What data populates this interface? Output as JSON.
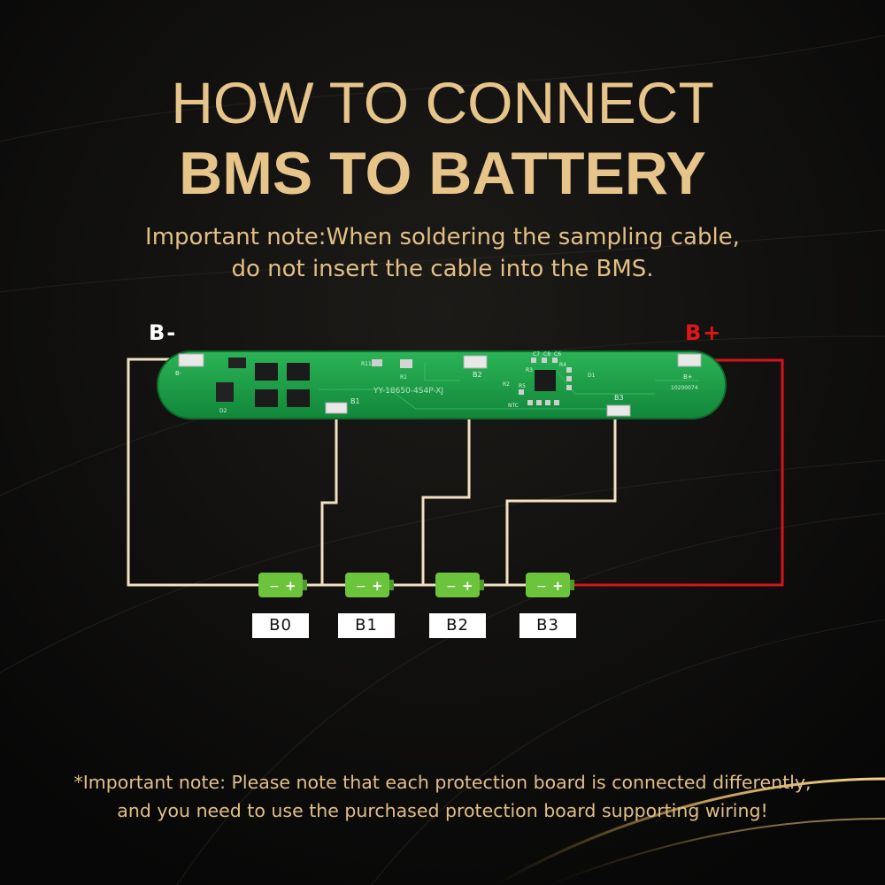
{
  "title": {
    "line1": "HOW TO CONNECT",
    "line2": "BMS TO BATTERY"
  },
  "note_top": {
    "line1": "Important note:When soldering the sampling cable,",
    "line2": "do not insert the cable into the BMS."
  },
  "terminals": {
    "negative": "B-",
    "positive": "B+"
  },
  "board": {
    "model": "YY-18650-4S4P-XJ",
    "pads": [
      "B-",
      "B1",
      "B2",
      "B3",
      "B+"
    ],
    "parts": [
      "R11",
      "R1",
      "R2",
      "C7",
      "C8",
      "C6",
      "R3",
      "R4",
      "R5",
      "NTC",
      "D1",
      "D2"
    ],
    "code": "10200074"
  },
  "cells": [
    {
      "label": "B0"
    },
    {
      "label": "B1"
    },
    {
      "label": "B2"
    },
    {
      "label": "B3"
    }
  ],
  "cell_polarity": {
    "minus": "−",
    "plus": "+"
  },
  "note_bottom": {
    "line1": "*Important note: Please note that each protection board is connected differently,",
    "line2": "and you need to use the purchased protection board supporting wiring!"
  },
  "colors": {
    "gold_text": "#e6c48a",
    "positive_wire": "#d4141a",
    "sampling_wire": "#f2e2c2",
    "pcb_green": "#21a24a",
    "cell_green": "#6cc43c"
  }
}
